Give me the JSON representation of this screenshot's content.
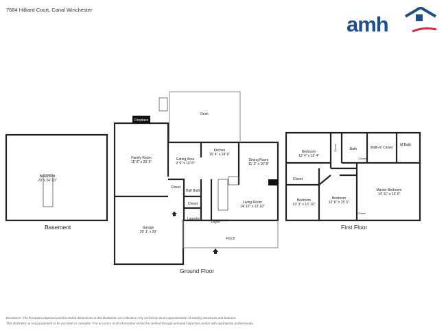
{
  "header": {
    "address": "7684 Hilliard Court, Canal Winchester"
  },
  "brand": {
    "logo_text": "amh",
    "primary_color": "#1f4e8c",
    "accent_color": "#e0263a"
  },
  "basement": {
    "title": "Basement",
    "rooms": [
      {
        "name": "Basement",
        "dims": "29' x 24' 10\""
      }
    ]
  },
  "ground_floor": {
    "title": "Ground Floor",
    "rooms": [
      {
        "name": "Deck",
        "dims": ""
      },
      {
        "name": "Fireplace",
        "dims": ""
      },
      {
        "name": "Family Room",
        "dims": "15' 8\" x 20' 9\""
      },
      {
        "name": "Kitchen",
        "dims": "10' 4\" x 14' 6\""
      },
      {
        "name": "Eating Area",
        "dims": "9' 9\" x 10' 8\""
      },
      {
        "name": "Dining Room",
        "dims": "11' 3\" x 10' 8\""
      },
      {
        "name": "Closet",
        "dims": ""
      },
      {
        "name": "Half Bath",
        "dims": ""
      },
      {
        "name": "Closet",
        "dims": ""
      },
      {
        "name": "Laundry",
        "dims": ""
      },
      {
        "name": "Foyer",
        "dims": ""
      },
      {
        "name": "Living Room",
        "dims": "14' 10\" x 13' 10\""
      },
      {
        "name": "Garage",
        "dims": "20' 1\" x 20'"
      },
      {
        "name": "Porch",
        "dims": ""
      }
    ]
  },
  "first_floor": {
    "title": "First Floor",
    "rooms": [
      {
        "name": "Bedroom",
        "dims": "13' 4\" x 11' 4\""
      },
      {
        "name": "Closet",
        "dims": ""
      },
      {
        "name": "Bath",
        "dims": ""
      },
      {
        "name": "Closet",
        "dims": ""
      },
      {
        "name": "Walk-In Closet",
        "dims": ""
      },
      {
        "name": "M.Bath",
        "dims": ""
      },
      {
        "name": "Closet",
        "dims": ""
      },
      {
        "name": "Bedroom",
        "dims": "13' 3\" x 13' 10\""
      },
      {
        "name": "Bedroom",
        "dims": "12' 6\" x 15' 5\""
      },
      {
        "name": "Closet",
        "dims": ""
      },
      {
        "name": "Master Bedroom",
        "dims": "14' 11\" x 16' 6\""
      }
    ]
  },
  "footer": {
    "disclaimer_1": "Disclaimer: The floorplans depicted and the stated dimensions in this illustration are indicative only and serve as an approximation of existing structures and features.",
    "disclaimer_2": "This illustration is not guaranteed to be accurate or complete. The accuracy of all information should be verified through personal inspection and/or with appropriate professionals."
  }
}
